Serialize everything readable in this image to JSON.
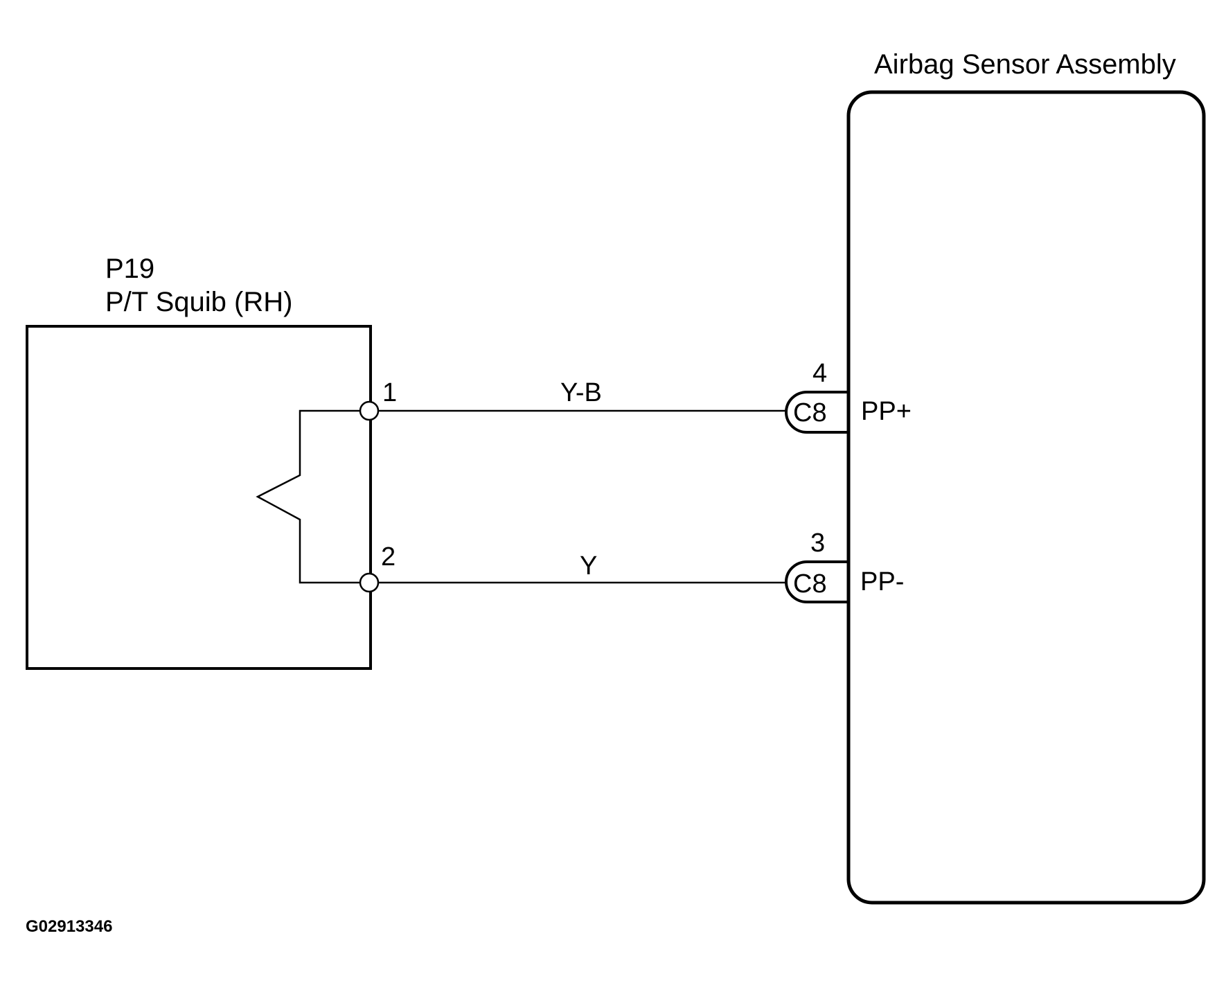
{
  "squib": {
    "connector_code": "P19",
    "name": "P/T Squib (RH)",
    "pins": [
      {
        "number": "1"
      },
      {
        "number": "2"
      }
    ]
  },
  "sensor": {
    "name": "Airbag Sensor Assembly",
    "terminals": [
      {
        "pin": "4",
        "connector": "C8",
        "signal": "PP+"
      },
      {
        "pin": "3",
        "connector": "C8",
        "signal": "PP-"
      }
    ]
  },
  "wires": [
    {
      "color_code": "Y-B"
    },
    {
      "color_code": "Y"
    }
  ],
  "figure_code": "G02913346"
}
